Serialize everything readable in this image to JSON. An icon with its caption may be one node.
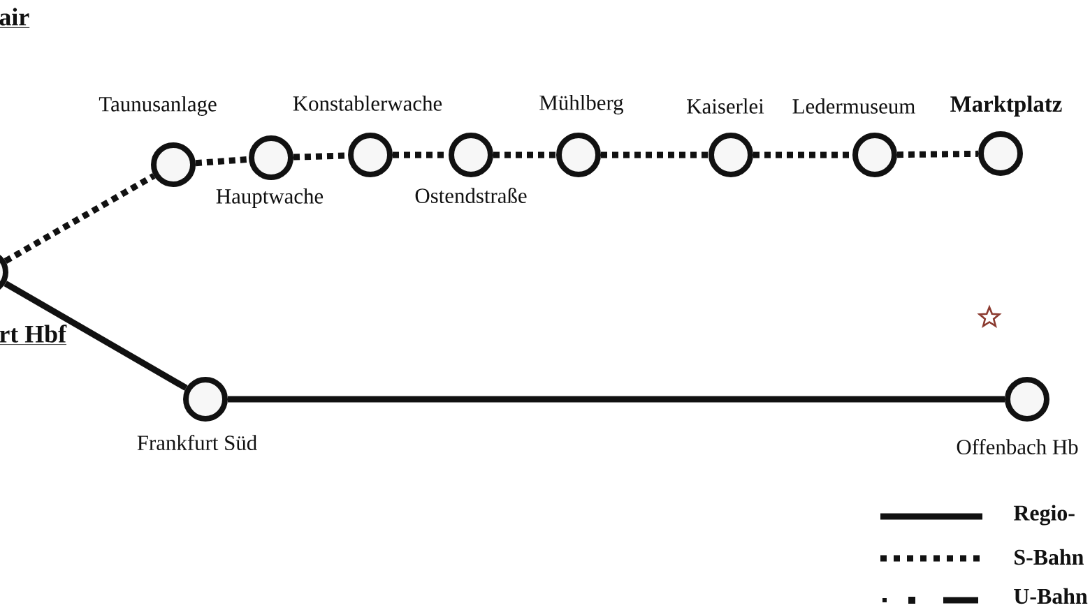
{
  "diagram": {
    "nodes": [
      {
        "text": [],
        "shape": "circle",
        "beside": [
          "rt Hbf"
        ]
      },
      {
        "text": [],
        "shape": "circle",
        "beside": [
          "Taunusanlage"
        ]
      },
      {
        "text": [],
        "shape": "circle",
        "beside": [
          "Hauptwache"
        ]
      },
      {
        "text": [],
        "shape": "circle",
        "beside": [
          "Konstablerwache"
        ]
      },
      {
        "text": [],
        "shape": "circle",
        "beside": [
          "Ostendstraße"
        ]
      },
      {
        "text": [],
        "shape": "circle",
        "beside": [
          "Mühlberg"
        ]
      },
      {
        "text": [],
        "shape": "circle",
        "beside": [
          "Kaiserlei"
        ]
      },
      {
        "text": [],
        "shape": "circle",
        "beside": [
          "Ledermuseum"
        ]
      },
      {
        "text": [],
        "shape": "circle",
        "beside": [
          "Marktplatz"
        ]
      },
      {
        "text": [],
        "shape": "circle",
        "beside": [
          "Frankfurt Süd"
        ]
      },
      {
        "text": [],
        "shape": "circle",
        "beside": [
          "Offenbach Hb"
        ]
      }
    ],
    "edges": [
      {
        "from": 0,
        "to": 1,
        "arrow": "none",
        "style": "dashed"
      },
      {
        "from": 1,
        "to": 2,
        "arrow": "none",
        "style": "dashed"
      },
      {
        "from": 2,
        "to": 3,
        "arrow": "none",
        "style": "dashed"
      },
      {
        "from": 3,
        "to": 4,
        "arrow": "none",
        "style": "dashed"
      },
      {
        "from": 4,
        "to": 5,
        "arrow": "none",
        "style": "dashed"
      },
      {
        "from": 5,
        "to": 6,
        "arrow": "none",
        "style": "dashed"
      },
      {
        "from": 6,
        "to": 7,
        "arrow": "none",
        "style": "dashed"
      },
      {
        "from": 7,
        "to": 8,
        "arrow": "none",
        "style": "dashed"
      },
      {
        "from": 0,
        "to": 9,
        "arrow": "none"
      },
      {
        "from": 9,
        "to": 10,
        "arrow": "none"
      }
    ],
    "labels": [
      "air"
    ],
    "legend": [
      {
        "text": "Regio-"
      },
      {
        "text": "S-Bahn"
      },
      {
        "text": "U-Bahn"
      }
    ]
  }
}
